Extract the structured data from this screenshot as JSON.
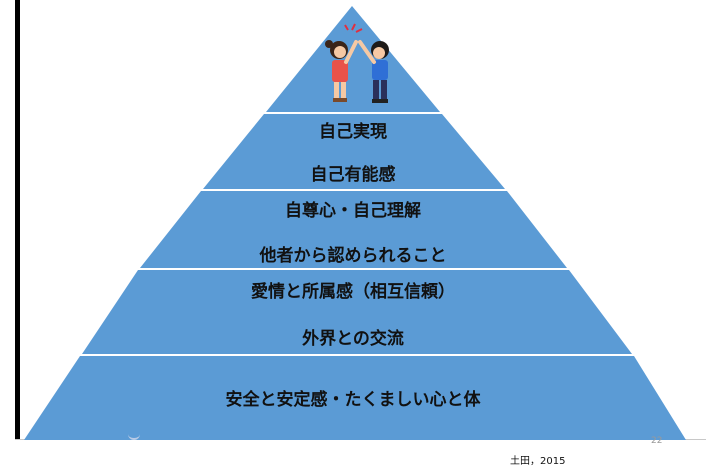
{
  "colors": {
    "tier_fill": "#5b9bd5",
    "divider": "#ffffff",
    "text": "#111111"
  },
  "tiers": [
    {
      "line1": "",
      "line2": "",
      "icon": "two-children-high-five-illustration"
    },
    {
      "line1": "自己実現",
      "line2": "自己有能感"
    },
    {
      "line1": "自尊心・自己理解",
      "line2": "他者から認められること"
    },
    {
      "line1": "愛情と所属感（相互信頼）",
      "line2": "外界との交流"
    },
    {
      "line1": "安全と安定感・たくましい心と体",
      "line2": ""
    }
  ],
  "citation": "土田，2015",
  "page_number": "22"
}
